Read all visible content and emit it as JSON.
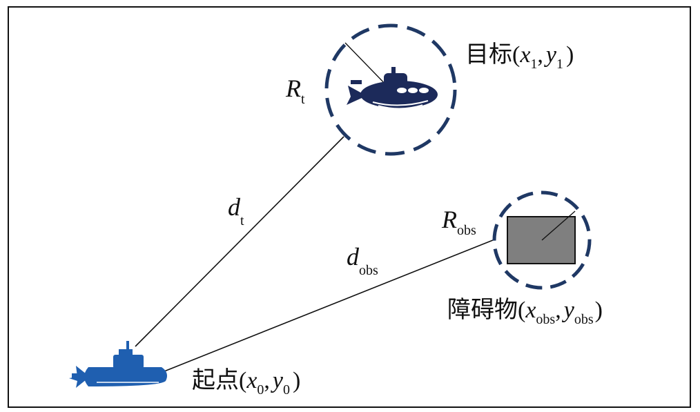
{
  "labels": {
    "target_cn": "目标",
    "target_x": "x",
    "target_x_sub": "1",
    "target_y": "y",
    "target_y_sub": "1",
    "obstacle_cn": "障碍物",
    "obstacle_x": "x",
    "obstacle_x_sub": "obs",
    "obstacle_y": "y",
    "obstacle_y_sub": "obs",
    "start_cn": "起点",
    "start_x": "x",
    "start_x_sub": "0",
    "start_y": "y",
    "start_y_sub": "0",
    "open_paren": "(",
    "comma": ",",
    "close_paren": ")",
    "r_target": "R",
    "r_target_sub": "t",
    "r_obstacle": "R",
    "r_obstacle_sub": "obs",
    "d_target": "d",
    "d_target_sub": "t",
    "d_obstacle": "d",
    "d_obstacle_sub": "obs"
  },
  "colors": {
    "circle_stroke": "#1f3864",
    "obstacle_fill": "#7f7f7f",
    "start_sub": "#1f5fb0",
    "target_sub": "#1c2a5a",
    "line": "#111111",
    "frame": "#111111"
  },
  "icons": {
    "start": "submarine-icon",
    "target": "submarine-icon"
  }
}
